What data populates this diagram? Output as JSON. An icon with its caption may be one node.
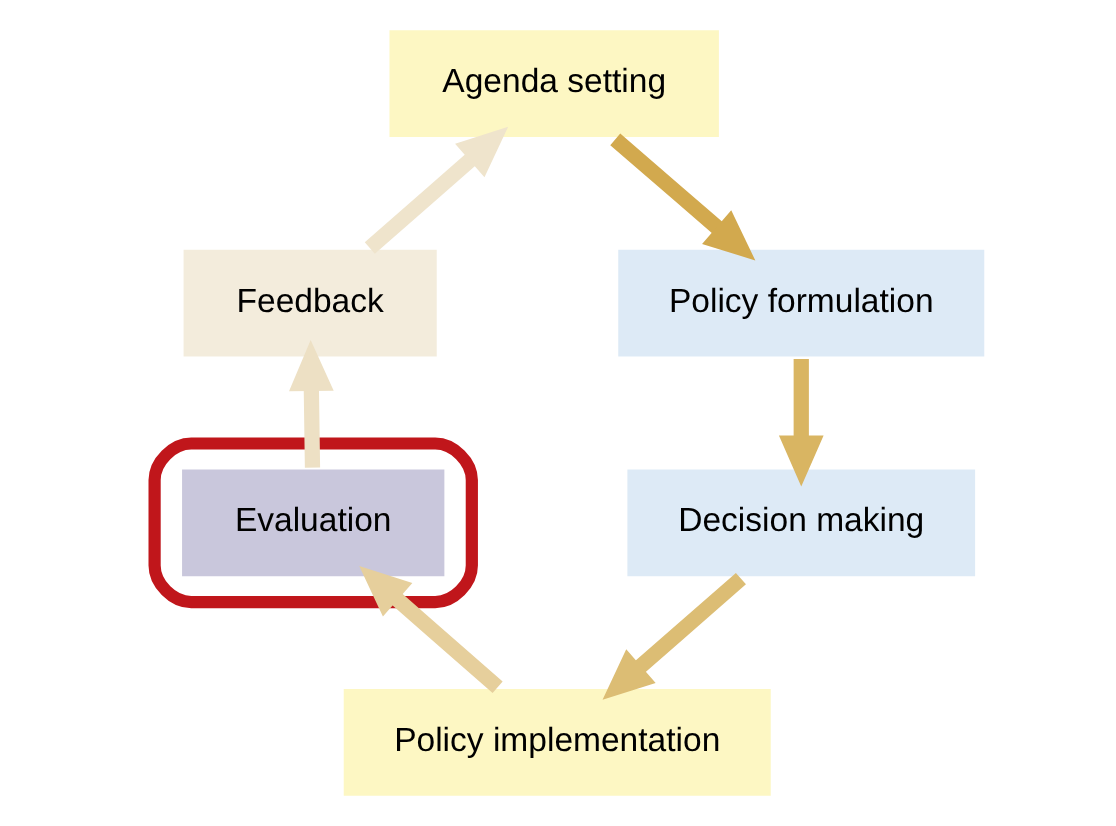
{
  "diagram": {
    "nodes": [
      {
        "text": [
          "Agenda setting"
        ]
      },
      {
        "text": [
          "Policy formulation"
        ]
      },
      {
        "text": [
          "Decision making"
        ]
      },
      {
        "text": [
          "Policy implementation"
        ]
      },
      {
        "text": [],
        "shape": "ellipse"
      },
      {
        "text": [
          "Evaluation"
        ],
        "in": 4
      },
      {
        "text": [
          "Feedback"
        ]
      }
    ],
    "edges": [
      {
        "from": 0,
        "to": 1,
        "arrow": "to",
        "color": "#d2a94e"
      },
      {
        "from": 1,
        "to": 2,
        "arrow": "to",
        "color": "#d9b562"
      },
      {
        "from": 2,
        "to": 3,
        "arrow": "to",
        "color": "#dcbd74"
      },
      {
        "from": 3,
        "to": 5,
        "arrow": "to",
        "color": "#e6cf9c"
      },
      {
        "from": 5,
        "to": 6,
        "arrow": "to",
        "color": "#ede0c4"
      },
      {
        "from": 6,
        "to": 0,
        "arrow": "to",
        "color": "#efe4cc"
      }
    ]
  }
}
